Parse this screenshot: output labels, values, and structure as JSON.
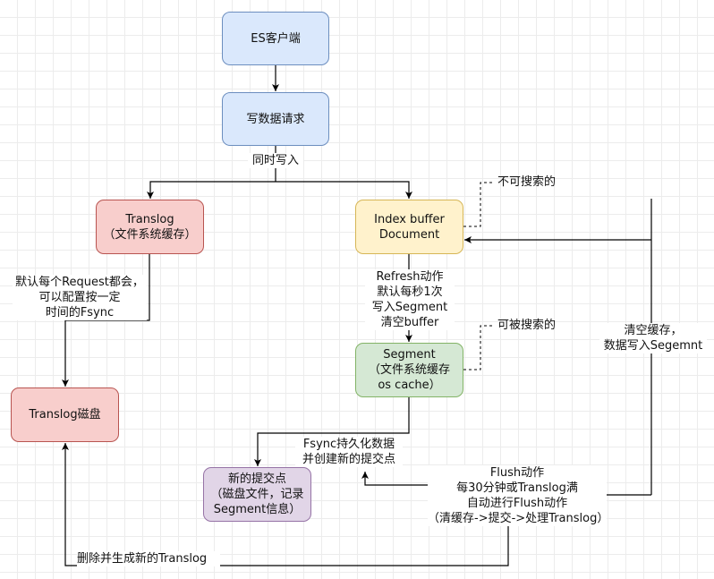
{
  "nodes": {
    "es_client": "ES客户端",
    "write_request": "写数据请求",
    "translog": [
      "Translog",
      "（文件系统缓存）"
    ],
    "translog_disk": "Translog磁盘",
    "index_buffer": [
      "Index buffer",
      "Document"
    ],
    "segment": [
      "Segment",
      "（文件系统缓存",
      "os cache）"
    ],
    "commit_point": [
      "新的提交点",
      "（磁盘文件，记录",
      "Segment信息）"
    ]
  },
  "labels": {
    "concurrent_write": "同时写入",
    "not_searchable": "不可搜索的",
    "searchable": "可被搜索的",
    "translog_fsync": [
      "默认每个Request都会，",
      "可以配置按一定",
      "时间的Fsync"
    ],
    "refresh": [
      "Refresh动作",
      "默认每秒1次",
      "写入Segment",
      "清空buffer"
    ],
    "fsync_persist": [
      "Fsync持久化数据",
      "并创建新的提交点"
    ],
    "flush": [
      "Flush动作",
      "每30分钟或Translog满",
      "自动进行Flush动作",
      "（清缓存->提交->处理Translog）"
    ],
    "clear_cache": [
      "清空缓存，",
      "数据写入Segemnt"
    ],
    "delete_translog": "删除并生成新的Translog"
  },
  "colors": {
    "edge": "#000000",
    "blue_fill": "#dae8fc",
    "blue_stroke": "#6c8ebf",
    "red_fill": "#f8cecc",
    "red_stroke": "#b85450",
    "yellow_fill": "#fff2cc",
    "yellow_stroke": "#d6b656",
    "green_fill": "#d5e8d4",
    "green_stroke": "#82b366",
    "purple_fill": "#e1d5e7",
    "purple_stroke": "#9673a6"
  }
}
